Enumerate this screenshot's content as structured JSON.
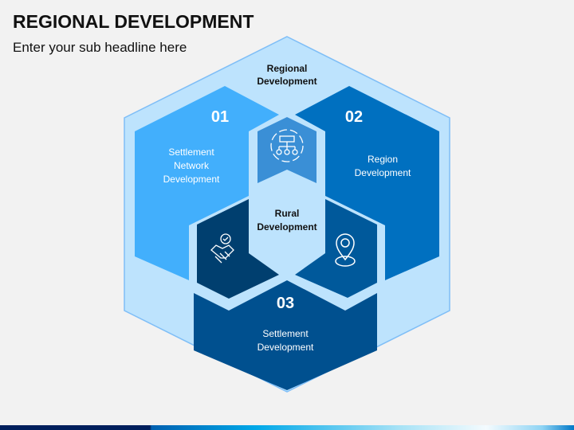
{
  "header": {
    "title": "REGIONAL DEVELOPMENT",
    "subtitle": "Enter your sub headline here"
  },
  "diagram": {
    "outer": {
      "line1": "Regional",
      "line2": "Development"
    },
    "center": {
      "line1": "Rural",
      "line2": "Development"
    },
    "segments": [
      {
        "number": "01",
        "line1": "Settlement",
        "line2": "Network",
        "line3": "Development",
        "color": "#42affc"
      },
      {
        "number": "02",
        "line1": "Region",
        "line2": "Development",
        "color": "#0070c0"
      },
      {
        "number": "03",
        "line1": "Settlement",
        "line2": "Development",
        "color": "#00508f"
      }
    ],
    "icons": [
      "network-cycle-icon",
      "handshake-icon",
      "location-pin-icon"
    ]
  }
}
